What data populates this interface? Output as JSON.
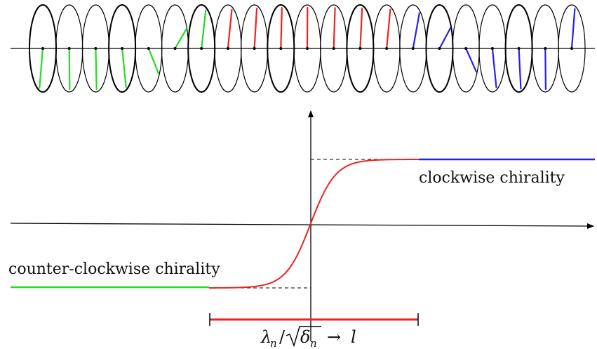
{
  "labels": {
    "clockwise": "clockwise chirality",
    "counter_clockwise": "counter-clockwise chirality",
    "interval_lambda": "λ",
    "interval_lambda_sub": "n",
    "interval_slash": "/",
    "interval_delta": "δ",
    "interval_delta_sub": "n",
    "interval_arrow": "→",
    "interval_limit": "l"
  },
  "colors": {
    "left_phase": "#22dd22",
    "transition": "#ee2222",
    "right_phase": "#2222ee",
    "ellipse_edge": "#000000",
    "axis": "#000000",
    "dashed": "#000000"
  },
  "spin_chain": {
    "count": 21,
    "spins": [
      {
        "phase": "left",
        "angle_deg": 195
      },
      {
        "phase": "left",
        "angle_deg": 178
      },
      {
        "phase": "left",
        "angle_deg": 176
      },
      {
        "phase": "left",
        "angle_deg": 162
      },
      {
        "phase": "left",
        "angle_deg": 128
      },
      {
        "phase": "left",
        "angle_deg": 62
      },
      {
        "phase": "left",
        "angle_deg": 20
      },
      {
        "phase": "transition",
        "angle_deg": 18
      },
      {
        "phase": "transition",
        "angle_deg": 11
      },
      {
        "phase": "transition",
        "angle_deg": 5
      },
      {
        "phase": "transition",
        "angle_deg": 1
      },
      {
        "phase": "transition",
        "angle_deg": 6
      },
      {
        "phase": "transition",
        "angle_deg": 9
      },
      {
        "phase": "transition",
        "angle_deg": 17
      },
      {
        "phase": "right",
        "angle_deg": 30
      },
      {
        "phase": "right",
        "angle_deg": 60
      },
      {
        "phase": "right",
        "angle_deg": 125
      },
      {
        "phase": "right",
        "angle_deg": 162
      },
      {
        "phase": "right",
        "angle_deg": 171
      },
      {
        "phase": "right",
        "angle_deg": 178
      },
      {
        "phase": "right",
        "angle_deg": 14
      }
    ]
  },
  "profile_curve": {
    "description_type": "tanh-like step",
    "left_level": -1,
    "right_level": 1
  }
}
